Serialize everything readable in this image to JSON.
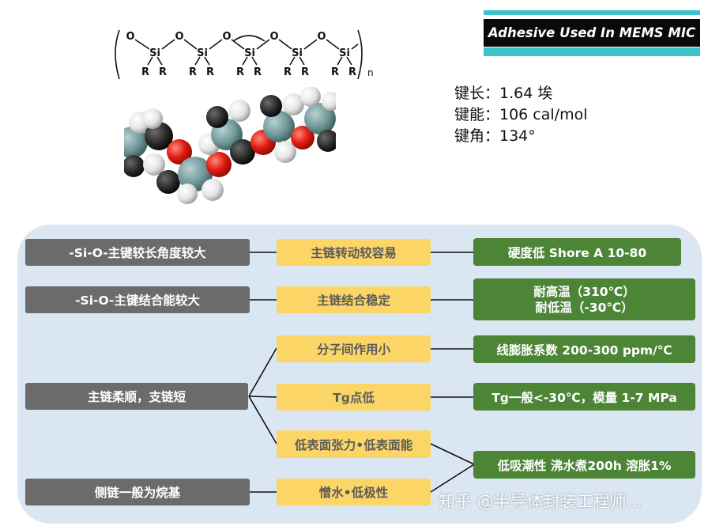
{
  "banner": {
    "title": "Adhesive Used In MEMS MIC"
  },
  "formula": {
    "oxygen": "O",
    "silicon": "Si",
    "substituent": "R",
    "repeat": "n"
  },
  "properties": [
    "键长：1.64 埃",
    "键能：106 cal/mol",
    "键角：134°"
  ],
  "causes": {
    "c1": "-Si-O-主键较长角度较大",
    "c2": "-Si-O-主键结合能较大",
    "c3": "主链柔顺，支链短",
    "c4": "侧链一般为烷基"
  },
  "mechanisms": {
    "m1": "主链转动较容易",
    "m2": "主链结合稳定",
    "m3": "分子间作用小",
    "m4": "Tg点低",
    "m5": "低表面张力•低表面能",
    "m6": "憎水•低极性"
  },
  "results": {
    "r1": "硬度低 Shore A 10-80",
    "r2_line1": "耐高温（310℃）",
    "r2_line2": "耐低温（-30℃）",
    "r3": "线膨胀系数 200-300 ppm/℃",
    "r4": "Tg一般<-30℃，模量 1-7 MPa",
    "r5": "低吸潮性 沸水煮200h 溶胀1%"
  },
  "watermark": "知乎 @半导体封装工程师..."
}
